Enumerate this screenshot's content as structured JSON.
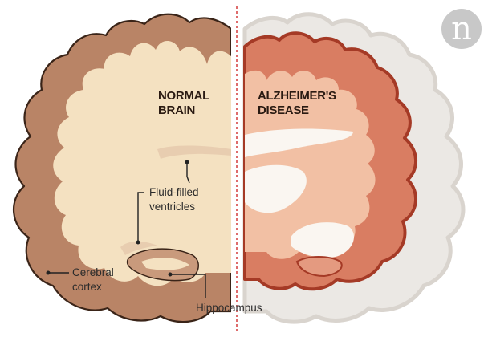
{
  "left_heading": [
    "NORMAL",
    "BRAIN"
  ],
  "right_heading": [
    "ALZHEIMER'S",
    "DISEASE"
  ],
  "labels": {
    "ventricles": [
      "Fluid-filled",
      "ventricles"
    ],
    "cortex": [
      "Cerebral",
      "cortex"
    ],
    "hippocampus": "Hippocampus"
  },
  "logo": {
    "letter": "n"
  },
  "colors": {
    "normal_cortex": "#b98466",
    "normal_fill": "#f4e1c1",
    "alz_cortex": "#d97d62",
    "alz_fill": "#f2c0a4",
    "alz_outline": "#a53a26",
    "ghost": "#d9d4ce",
    "divider": "#d43b3b"
  }
}
